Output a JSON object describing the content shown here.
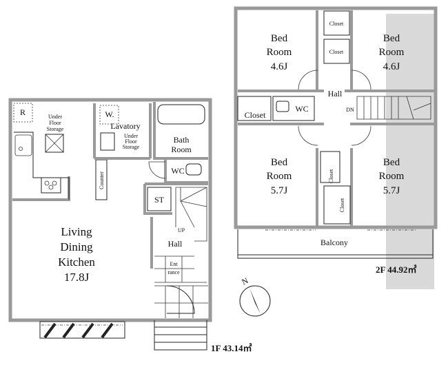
{
  "floor1": {
    "area_label": "1F 43.14㎡",
    "rooms": {
      "ldk": [
        "Living",
        "Dining",
        "Kitchen",
        "17.8J"
      ],
      "refrigerator": "R",
      "under_floor_storage_1": [
        "Under",
        "Floor",
        "Storage"
      ],
      "washer": "W.",
      "lavatory": "Lavatory",
      "under_floor_storage_2": [
        "Under",
        "Floor",
        "Storage"
      ],
      "bath_room": [
        "Bath",
        "Room"
      ],
      "counter": "Counter",
      "wc": "WC",
      "storage": "ST",
      "stairs_up": "UP",
      "hall": "Hall",
      "entrance": [
        "Ent",
        "rance"
      ]
    }
  },
  "floor2": {
    "area_label": "2F 44.92㎡",
    "rooms": {
      "bed_nw": [
        "Bed",
        "Room",
        "4.6J"
      ],
      "bed_ne": [
        "Bed",
        "Room",
        "4.6J"
      ],
      "bed_sw": [
        "Bed",
        "Room",
        "5.7J"
      ],
      "bed_se": [
        "Bed",
        "Room",
        "5.7J"
      ],
      "closet_top1": "Closet",
      "closet_top2": "Closet",
      "closet_left": "Closet",
      "closet_mid1": "Closet",
      "closet_mid2": "Closet",
      "hall": "Hall",
      "wc": "WC",
      "stairs_down": "DN",
      "balcony": "Balcony"
    }
  },
  "compass": {
    "north": "N"
  }
}
